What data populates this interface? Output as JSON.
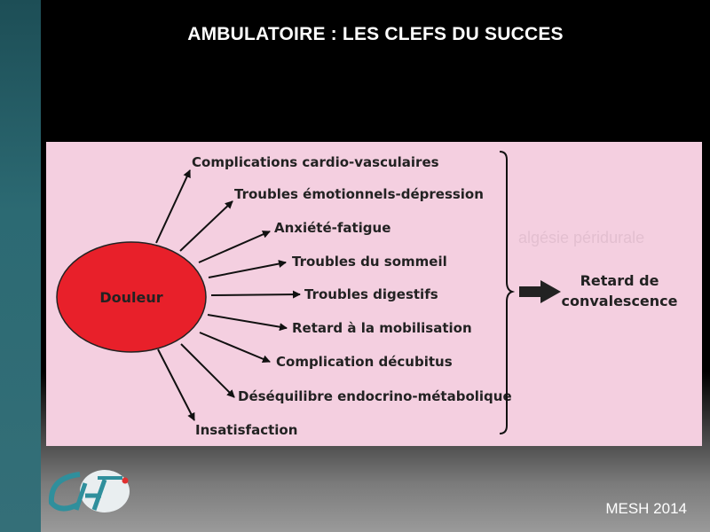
{
  "slide": {
    "title": "AMBULATOIRE : LES CLEFS DU SUCCES",
    "footer": "MESH 2014"
  },
  "diagram": {
    "center": "Douleur",
    "effects": [
      "Complications cardio-vasculaires",
      "Troubles émotionnels-dépression",
      "Anxiété-fatigue",
      "Troubles du sommeil",
      "Troubles digestifs",
      "Retard à la mobilisation",
      "Complication décubitus",
      "Déséquilibre endocrino-métabolique",
      "Insatisfaction"
    ],
    "result_line1": "Retard de",
    "result_line2": "convalescence"
  },
  "background_text": {
    "line1": "algésie péridurale"
  },
  "colors": {
    "panel": "#f4cfe0",
    "ellipse": "#e8202a",
    "teal_strip": "#2c6a73"
  },
  "logo": {
    "icon": "ch-logo-icon"
  }
}
